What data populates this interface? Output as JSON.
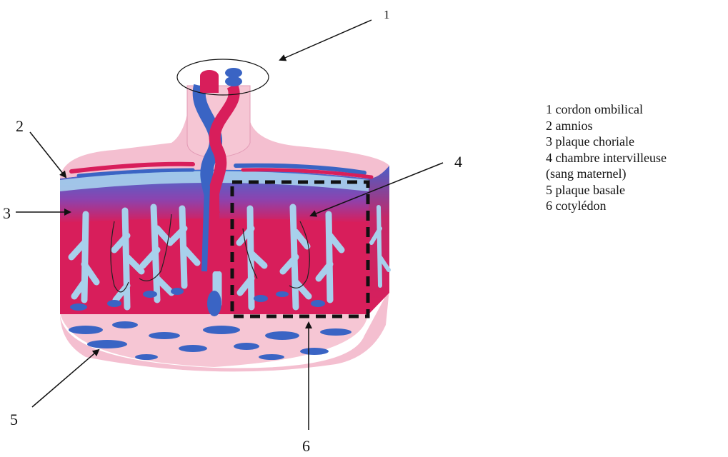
{
  "diagram": {
    "callout_numbers": [
      "1",
      "2",
      "3",
      "4",
      "5",
      "6"
    ]
  },
  "legend": {
    "lines": [
      "1 cordon ombilical",
      "2 amnios",
      "3 plaque choriale",
      "4 chambre intervilleuse",
      "(sang  maternel)",
      "5 plaque basale",
      "6 cotylédon"
    ]
  },
  "colors": {
    "maternal_red": "#d81e5b",
    "fetal_blue": "#3a64c4",
    "light_blue": "#a8d0ec",
    "pink": "#f4bfd0",
    "dark_blue": "#2a4fa8"
  }
}
